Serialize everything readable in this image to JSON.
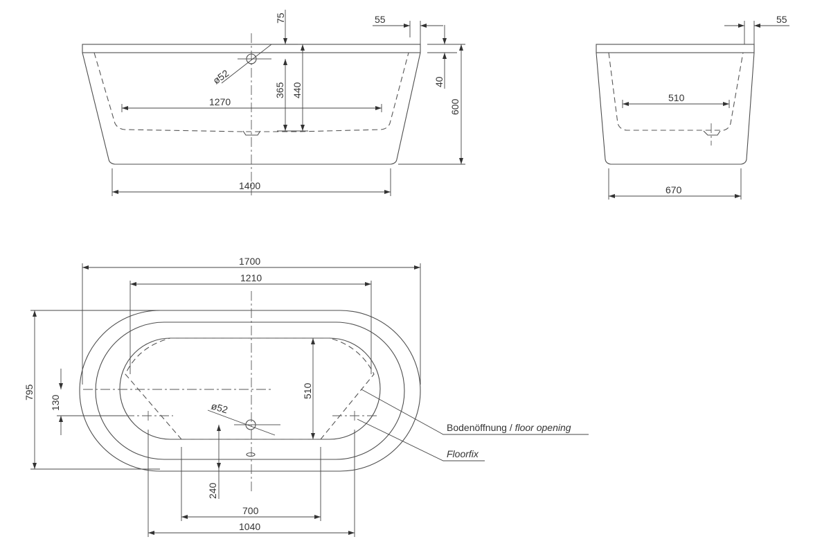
{
  "dims": {
    "front_overflow_offset": "75",
    "front_rim_thickness": "55",
    "front_overflow_dia": "ø52",
    "front_outlet_height": "365",
    "front_inner_depth": "440",
    "front_rim_drop": "40",
    "front_total_height": "600",
    "front_inner_length": "1270",
    "front_base_length": "1400",
    "side_rim_thickness": "55",
    "side_inner_width": "510",
    "side_base_width": "670",
    "plan_total_length": "1700",
    "plan_inner_length": "1210",
    "plan_total_width": "795",
    "plan_offset": "130",
    "plan_inner_width": "510",
    "plan_drain_dia": "ø52",
    "plan_drain_offset": "240",
    "plan_floor_length": "700",
    "plan_base_length": "1040"
  },
  "labels": {
    "floor_opening_de": "Bodenöffnung / ",
    "floor_opening_en": "floor opening",
    "floorfix": "Floorfix"
  }
}
